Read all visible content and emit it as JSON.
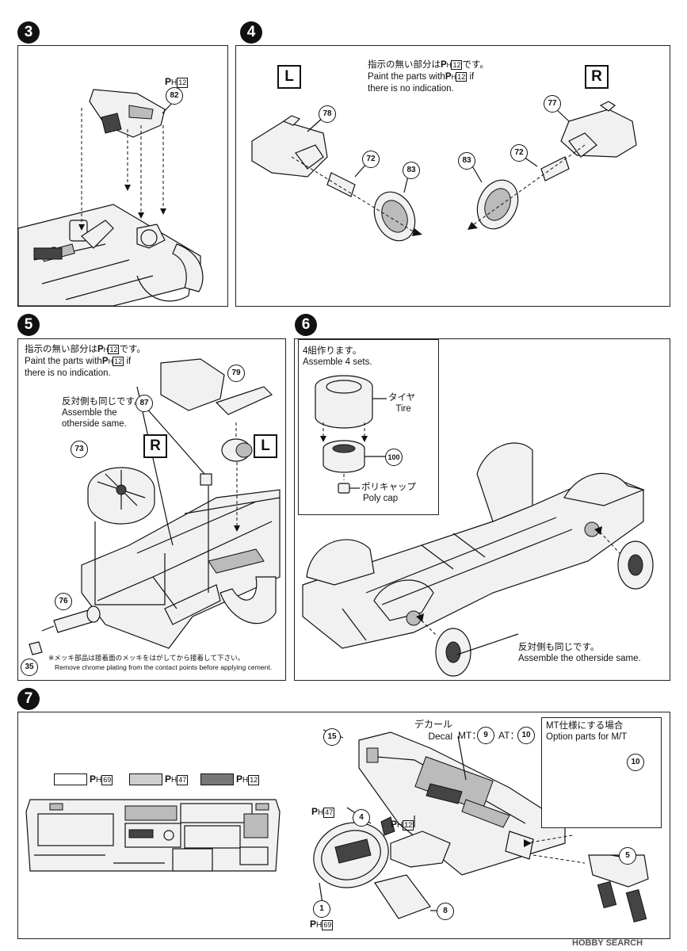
{
  "steps": [
    {
      "number": "3"
    },
    {
      "number": "4"
    },
    {
      "number": "5"
    },
    {
      "number": "6"
    },
    {
      "number": "7"
    }
  ],
  "paint": {
    "p12": "12",
    "p47": "47",
    "p69": "69",
    "ph_prefix": "P",
    "ph_sub": "H"
  },
  "step3": {
    "part_82": "82"
  },
  "step4": {
    "note_jp": "指示の無い部分は",
    "note_jp_end": "です。",
    "note_en1": "Paint the parts with",
    "note_en1_end": "if",
    "note_en2": "there is no indication.",
    "left_label": "L",
    "right_label": "R",
    "parts": {
      "p78": "78",
      "p72a": "72",
      "p83a": "83",
      "p77": "77",
      "p72b": "72",
      "p83b": "83"
    }
  },
  "step5": {
    "note_jp": "指示の無い部分は",
    "note_jp_end": "です。",
    "note_en1": "Paint the parts with",
    "note_en1_end": "if",
    "note_en2": "there is no indication.",
    "other_jp": "反対側も同じです。",
    "other_en1": "Assemble the",
    "other_en2": "otherside same.",
    "right_label": "R",
    "left_label": "L",
    "parts": {
      "p79": "79",
      "p87": "87",
      "p73": "73",
      "p76": "76",
      "p35": "35"
    },
    "chrome_jp": "※メッキ部品は接着面のメッキをはがしてから接着して下さい。",
    "chrome_en": "Remove chrome plating from the contact points before applying cement."
  },
  "step6": {
    "sets_jp": "4組作ります。",
    "sets_en": "Assemble 4 sets.",
    "tire_jp": "タイヤ",
    "tire_en": "Tire",
    "polycap_jp": "ポリキャップ",
    "polycap_en": "Poly cap",
    "part_100": "100",
    "other_jp": "反対側も同じです。",
    "other_en": "Assemble the otherside same."
  },
  "step7": {
    "decal_jp": "デカール",
    "decal_en": "Decal",
    "mt_label": "MT：",
    "mt_part": "9",
    "at_label": "AT：",
    "at_part": "10",
    "option_jp": "MT仕様にする場合",
    "option_en": "Option parts for M/T",
    "parts": {
      "p15": "15",
      "p4": "4",
      "p10": "10",
      "p5": "5",
      "p1": "1",
      "p8": "8"
    }
  },
  "watermark": "HOBBY SEARCH",
  "colors": {
    "swatch_69": "#ffffff",
    "swatch_47": "#cfcfcf",
    "swatch_12": "#777777"
  }
}
